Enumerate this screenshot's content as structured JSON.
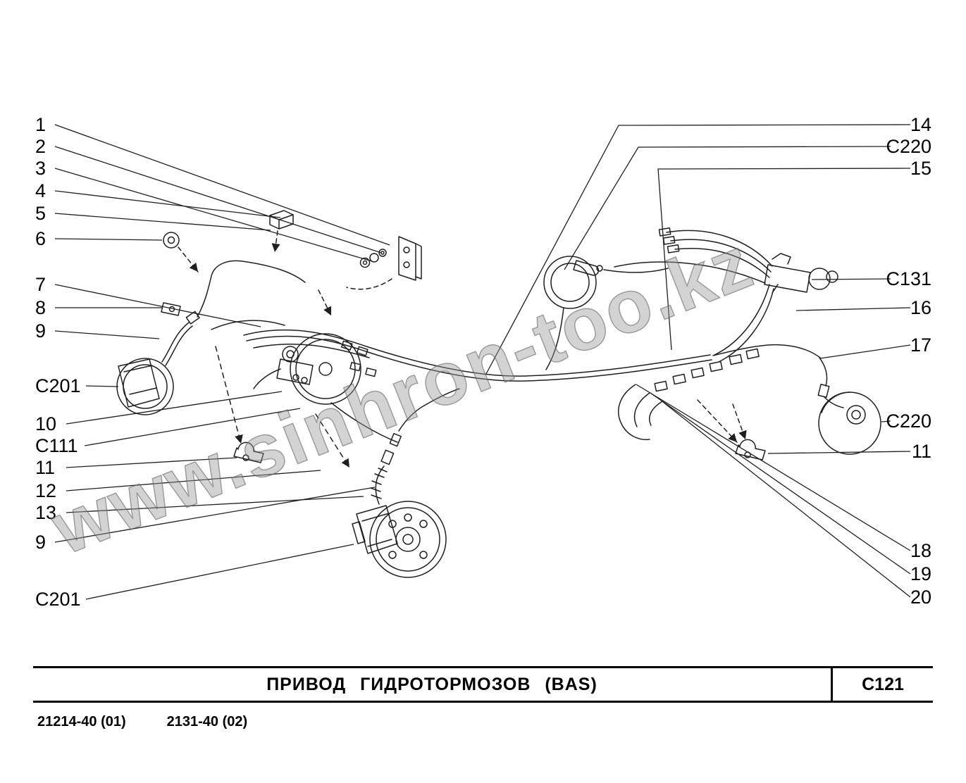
{
  "watermark": "www.sinhron-too.kz",
  "title_bar": {
    "title": "ПРИВОД ГИДРОТОРМОЗОВ (BAS)",
    "code": "C121"
  },
  "footer": {
    "left_code": "21214-40 (01)",
    "right_code": "2131-40 (02)"
  },
  "callouts": {
    "left": [
      "1",
      "2",
      "3",
      "4",
      "5",
      "6",
      "7",
      "8",
      "9",
      "C201",
      "10",
      "C111",
      "11",
      "12",
      "13",
      "9",
      "C201"
    ],
    "right": [
      "14",
      "C220",
      "15",
      "C131",
      "16",
      "17",
      "C220",
      "11",
      "18",
      "19",
      "20"
    ]
  }
}
